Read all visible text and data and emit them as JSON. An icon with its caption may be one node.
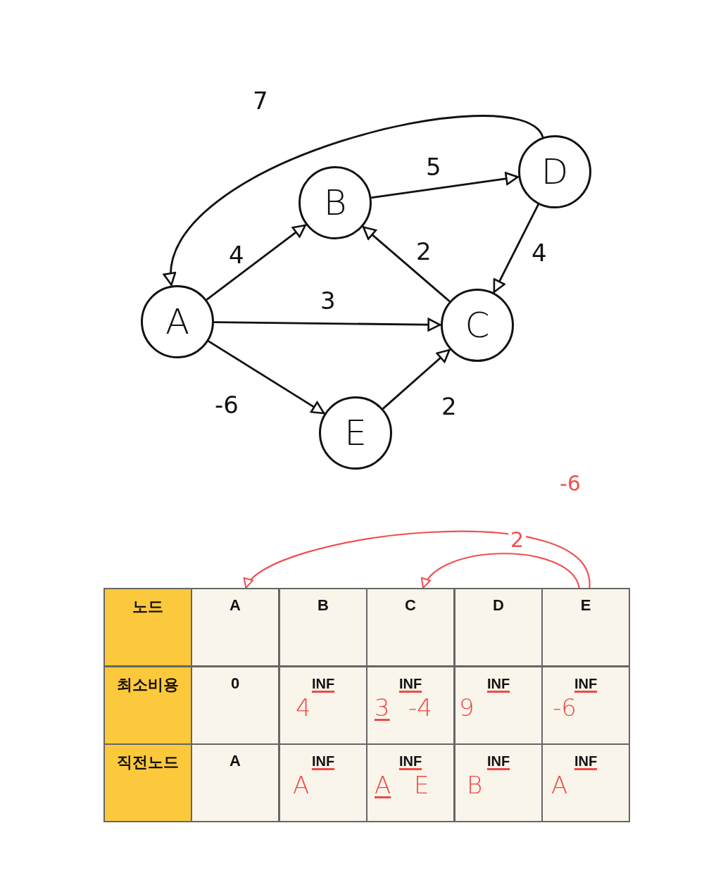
{
  "diagram": {
    "nodes": [
      {
        "text": [
          "A"
        ]
      },
      {
        "text": [
          "B"
        ]
      },
      {
        "text": [
          "C"
        ]
      },
      {
        "text": [
          "D"
        ]
      },
      {
        "text": [
          "E"
        ]
      },
      {
        "text": [
          "노드"
        ]
      },
      {
        "text": [
          "A"
        ]
      },
      {
        "text": [
          "B"
        ]
      },
      {
        "text": [
          "C"
        ]
      },
      {
        "text": [
          "D"
        ]
      },
      {
        "text": [
          "E"
        ]
      }
    ],
    "edges": [
      {
        "from": 0,
        "to": 1,
        "arrow": "to",
        "label": "4"
      },
      {
        "from": 0,
        "to": 2,
        "arrow": "to",
        "label": "3"
      },
      {
        "from": 0,
        "to": 4,
        "arrow": "to",
        "label": "-6"
      },
      {
        "from": 1,
        "to": 3,
        "arrow": "to",
        "label": "5"
      },
      {
        "from": 2,
        "to": 1,
        "arrow": "to",
        "label": "2"
      },
      {
        "from": 3,
        "to": 2,
        "arrow": "to",
        "label": "4"
      },
      {
        "from": 3,
        "to": 0,
        "arrow": "to",
        "label": "7"
      },
      {
        "from": 4,
        "to": 2,
        "arrow": "to",
        "label": "2"
      },
      {
        "from": 10,
        "to": 6,
        "arrow": "to",
        "label": "-6",
        "color": "#f05050"
      },
      {
        "from": 10,
        "to": 8,
        "arrow": "to",
        "label": "2",
        "color": "#f05050"
      }
    ],
    "labels": [
      "최소비용",
      "0",
      "INF",
      "4",
      "INF",
      "3",
      "-4",
      "INF",
      "9",
      "INF",
      "-6",
      "직전노드",
      "A",
      "INF",
      "A",
      "INF",
      "A",
      "E",
      "INF",
      "B",
      "INF",
      "A"
    ]
  }
}
